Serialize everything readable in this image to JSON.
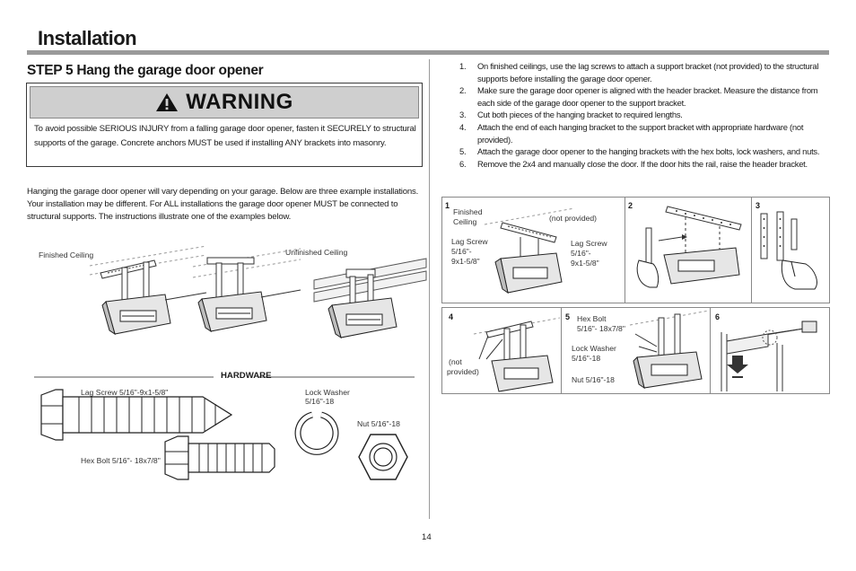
{
  "page": {
    "title": "Installation",
    "step_title": "STEP 5 Hang the garage door opener",
    "page_number": "14"
  },
  "warning": {
    "title": "WARNING",
    "text": "To avoid possible SERIOUS INJURY from a falling garage door opener, fasten it SECURELY to structural supports of the garage. Concrete anchors MUST be used if installing ANY brackets into masonry."
  },
  "intro": "Hanging the garage door opener will vary depending on your garage. Below are three example installations. Your installation may be different. For ALL installations the garage door opener MUST be connected to structural supports. The instructions illustrate one of the examples below.",
  "examples": {
    "finished": "Finished Ceiling",
    "unfinished": "Unfinished Ceiling"
  },
  "hardware": {
    "title": "HARDWARE",
    "lag_screw": "Lag Screw 5/16\"-9x1-5/8\"",
    "hex_bolt": "Hex Bolt 5/16\"- 18x7/8\"",
    "lock_washer_1": "Lock Washer",
    "lock_washer_2": "5/16\"-18",
    "nut": "Nut 5/16\"-18"
  },
  "steps": [
    {
      "n": "1.",
      "text": "On finished ceilings, use the lag screws to attach a support bracket (not provided) to the structural supports before installing the garage door opener."
    },
    {
      "n": "2.",
      "text": "Make sure the garage door opener is aligned with the header bracket. Measure the distance from each side of the garage door opener to the support bracket."
    },
    {
      "n": "3.",
      "text": "Cut both pieces of the hanging bracket to required lengths."
    },
    {
      "n": "4.",
      "text": "Attach the end of each hanging bracket to the support bracket with appropriate hardware (not provided)."
    },
    {
      "n": "5.",
      "text": "Attach the garage door opener to the hanging brackets with the hex bolts, lock washers, and nuts."
    },
    {
      "n": "6.",
      "text": "Remove the 2x4 and manually close the door. If the door hits the rail, raise the header bracket."
    }
  ],
  "panels": {
    "p1": {
      "num": "1",
      "finished_1": "Finished",
      "finished_2": "Ceiling",
      "not_provided": "(not provided)",
      "lag_left_1": "Lag Screw",
      "lag_left_2": "5/16\"-",
      "lag_left_3": "9x1-5/8\"",
      "lag_right_1": "Lag Screw",
      "lag_right_2": "5/16\"-",
      "lag_right_3": "9x1-5/8\""
    },
    "p2": {
      "num": "2"
    },
    "p3": {
      "num": "3"
    },
    "p4": {
      "num": "4",
      "not_1": "(not",
      "not_2": "provided)"
    },
    "p5": {
      "num": "5",
      "hex_1": "Hex Bolt",
      "hex_2": "5/16\"- 18x7/8\"",
      "lw_1": "Lock Washer",
      "lw_2": "5/16\"-18",
      "nut": "Nut 5/16\"-18"
    },
    "p6": {
      "num": "6"
    }
  }
}
